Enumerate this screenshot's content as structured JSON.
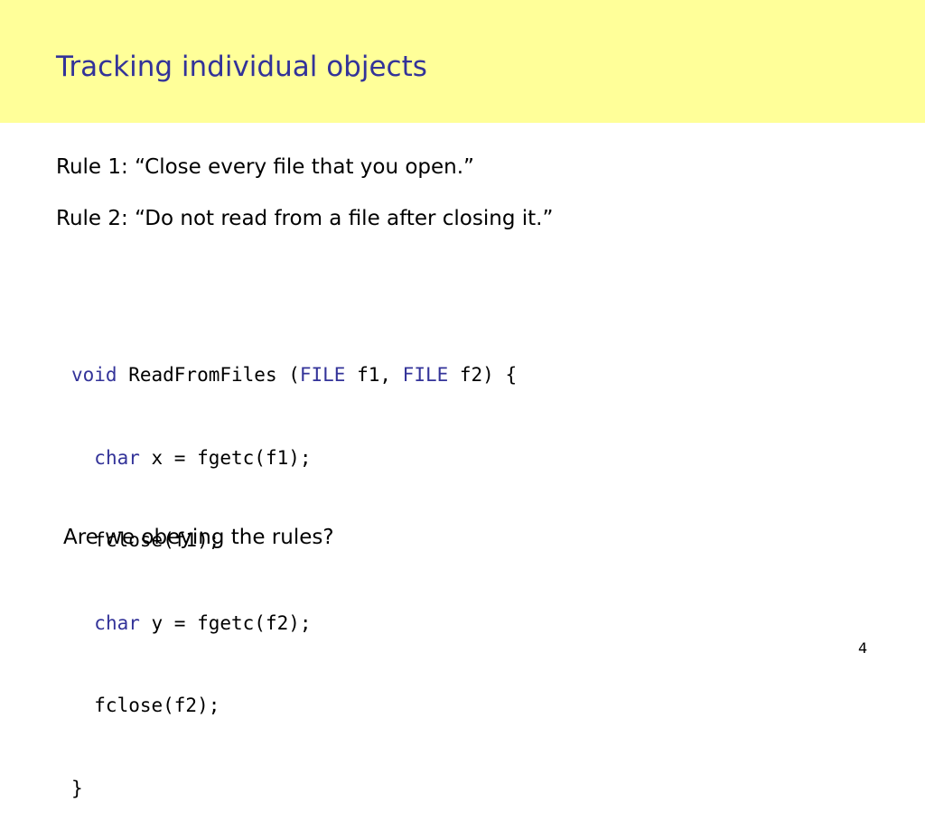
{
  "slide": {
    "title": "Tracking individual objects",
    "rules": [
      "Rule 1: “Close every file that you open.”",
      "Rule 2: “Do not read from a file after closing it.”"
    ],
    "code": {
      "line1": {
        "kw_void": "void",
        "fn": " ReadFromFiles (",
        "kw_file1": "FILE",
        "p1": " f1, ",
        "kw_file2": "FILE",
        "p2": " f2) {"
      },
      "line2": {
        "indent": "  ",
        "kw": "char",
        "rest": " x = fgetc(f1);"
      },
      "line3": {
        "text": "  fclose(f1);"
      },
      "line4": {
        "indent": "  ",
        "kw": "char",
        "rest": " y = fgetc(f2);"
      },
      "line5": {
        "text": "  fclose(f2);"
      },
      "line6": {
        "text": "}"
      }
    },
    "question": "Are we obeying the rules?",
    "page_number": "4",
    "colors": {
      "header_background": "#ffff99",
      "title": "#333399",
      "keyword": "#333399"
    }
  }
}
